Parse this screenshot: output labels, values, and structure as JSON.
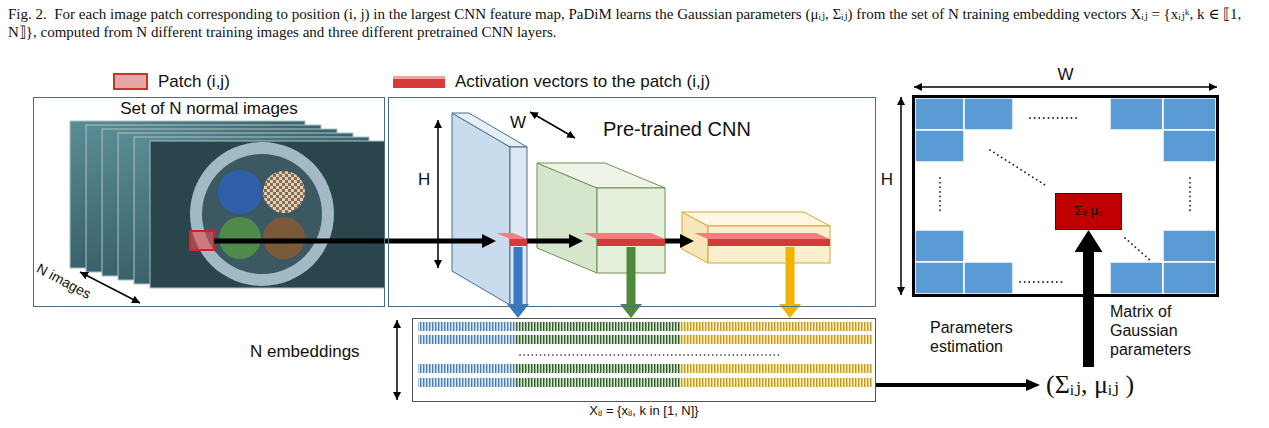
{
  "diagram": {
    "caption": "Fig. 2.  For each image patch corresponding to position (i, j) in the largest CNN feature map, PaDiM learns the Gaussian parameters (μᵢⱼ, Σᵢⱼ) from the set of N training embedding vectors Xᵢⱼ = {xᵢⱼᵏ, k ∈ ⟦1, N⟧}, computed from N different training images and three different pretrained CNN layers.",
    "nodes": [
      {
        "text": [
          "Set of N normal images"
        ]
      },
      {
        "text": [
          "Pre-trained CNN"
        ]
      },
      {
        "text": [
          "W",
          "H"
        ]
      },
      {
        "text": [
          "Σᵢⱼ μᵢⱼ"
        ],
        "in": 2
      },
      {
        "text": [
          "Xᵢⱼ = {xᵢⱼ, k in [1, N]}"
        ]
      },
      {
        "text": [
          "(Σᵢⱼ, μᵢⱼ )"
        ]
      }
    ],
    "edges": [
      {
        "from": 4,
        "to": 5,
        "label": "Parameters estimation",
        "arrow": "to"
      },
      {
        "from": 5,
        "to": 3,
        "label": "Matrix of Gaussian parameters",
        "arrow": "to"
      }
    ],
    "labels": [
      "N images",
      "W",
      "H",
      "N embeddings"
    ],
    "legend": [
      {
        "text": "Patch (i,j)",
        "color": "#e8a6a6"
      },
      {
        "text": "Activation vectors to the patch (i,j)",
        "color": "#d43a3a"
      }
    ]
  }
}
